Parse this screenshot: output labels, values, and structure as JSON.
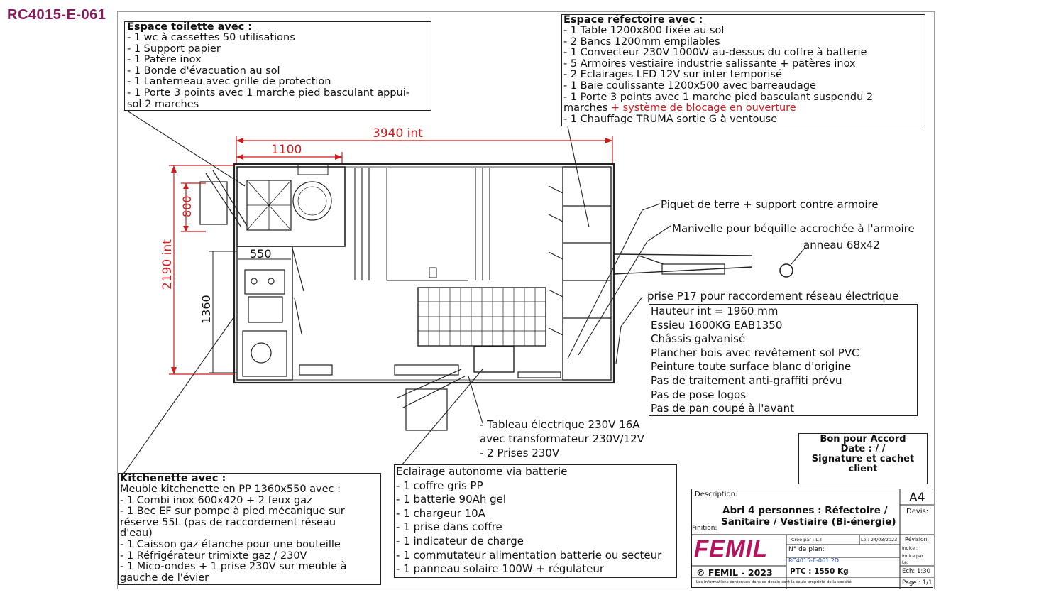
{
  "doc_id": "RC4015-E-061",
  "toilet": {
    "title": "Espace toilette avec :",
    "items": [
      "- 1 wc à cassettes 50 utilisations",
      "- 1 Support papier",
      "- 1 Patère inox",
      "- 1 Bonde d'évacuation au sol",
      "- 1 Lanterneau avec grille de protection",
      "- 1 Porte 3 points avec 1 marche pied basculant appui-",
      "sol 2 marches"
    ]
  },
  "refectoire": {
    "title": "Espace réfectoire avec :",
    "items": [
      "- 1 Table 1200x800 fixée au sol",
      "- 2 Bancs 1200mm empilables",
      "- 1 Convecteur 230V 1000W au-dessus du coffre à batterie",
      "- 5 Armoires vestiaire industrie salissante + patères inox",
      "- 2 Eclairages LED 12V sur inter temporisé",
      "- 1 Baie coulissante 1200x500 avec barreaudage",
      "- 1 Porte 3 points avec 1 marche pied basculant suspendu 2"
    ],
    "line_marches": "marches",
    "line_marches_red": "+ système de blocage en ouverture",
    "line_last": "- 1 Chauffage TRUMA sortie G à ventouse"
  },
  "dims": {
    "overall_length": "3940 int",
    "toilet_length": "1100",
    "toilet_width": "800",
    "overall_width": "2190 int",
    "kitchen_depth": "550",
    "kitchen_length": "1360"
  },
  "callouts": {
    "piquet": "Piquet de terre + support contre armoire",
    "manivelle": "Manivelle pour béquille accrochée à l'armoire",
    "anneau": "anneau 68x42",
    "prise": "prise P17 pour raccordement réseau électrique",
    "tableau": [
      "- Tableau électrique 230V 16A",
      "avec transformateur 230V/12V",
      "- 2 Prises 230V"
    ]
  },
  "specs": [
    "Hauteur int = 1960 mm",
    "Essieu 1600KG EAB1350",
    "Châssis galvanisé",
    "Plancher bois avec revêtement sol PVC",
    "Peinture toute surface blanc d'origine",
    "Pas de traitement anti-graffiti prévu",
    "Pas de pose logos",
    "Pas de pan coupé à l'avant"
  ],
  "accord": {
    "line1": "Bon pour Accord",
    "line2": "Date :   /   /",
    "line3": "Signature et cachet client"
  },
  "kitchen": {
    "title": "Kitchenette avec :",
    "lines": [
      "Meuble kitchenette en  PP 1360x550 avec :",
      "- 1 Combi inox 600x420 + 2 feux gaz",
      "- 1 Bec EF sur pompe à pied mécanique sur",
      "réserve 55L (pas de raccordement réseau",
      "d'eau)",
      "- 1 Caisson gaz étanche pour une bouteille",
      "- 1 Réfrigérateur trimixte gaz / 230V",
      "- 1 Mico-ondes + 1 prise 230V sur meuble à",
      "gauche de l'évier"
    ]
  },
  "eclairage": {
    "title": "Eclairage autonome via batterie",
    "items": [
      "- 1 coffre gris PP",
      "- 1 batterie 90Ah gel",
      "- 1 chargeur 10A",
      "- 1 prise dans coffre",
      "- 1 indicateur de charge",
      "- 1 commutateur alimentation batterie ou secteur",
      "- 1 panneau solaire 100W + régulateur"
    ]
  },
  "titleblock": {
    "description_label": "Description:",
    "format": "A4",
    "devis_label": "Devis:",
    "title_line1": "Abri 4 personnes  : Réfectoire  /",
    "title_line2": "Sanitaire / Vestiaire (Bi-énergie)",
    "finition_label": "Finition:",
    "logo": "FEMIL",
    "copyright": "© FEMIL - 2023",
    "cree_par": "Créé par : L.T",
    "le": "Le : 24/03/2023",
    "revision_label": "Révision:",
    "indice": "Indice :",
    "indice_par": "Indice par :",
    "indice_le": "Le:",
    "plan_label": "N° de plan:",
    "plan_number": "RC4015-E-061 2D",
    "ptc": "PTC : 1550 Kg",
    "echelle": "Ech: 1:30",
    "page": "Page : 1/1",
    "legal": "Les informations contenues dans ce dessin sont la seule propriété de la société"
  }
}
